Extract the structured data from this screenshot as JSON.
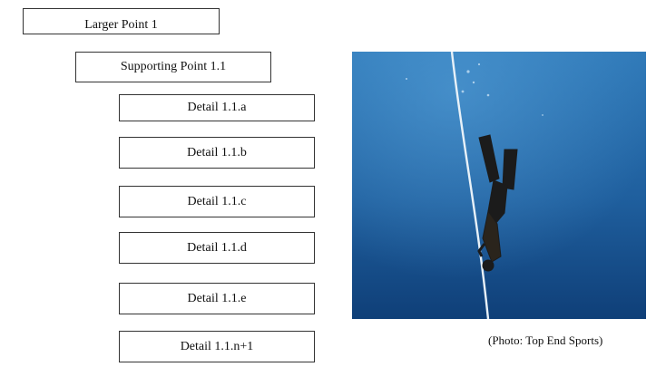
{
  "outline": {
    "larger_point": "Larger Point 1",
    "supporting_point": "Supporting Point 1.1",
    "details": [
      "Detail 1.1.a",
      "Detail 1.1.b",
      "Detail 1.1.c",
      "Detail 1.1.d",
      "Detail 1.1.e",
      "Detail 1.1.n+1"
    ]
  },
  "photo": {
    "subject": "freediver-descending-rope-photo",
    "caption": "(Photo: Top End Sports)",
    "colors": {
      "water_top": "#2f79b8",
      "water_bottom": "#0f3f78",
      "diver": "#1b1b1b"
    }
  }
}
